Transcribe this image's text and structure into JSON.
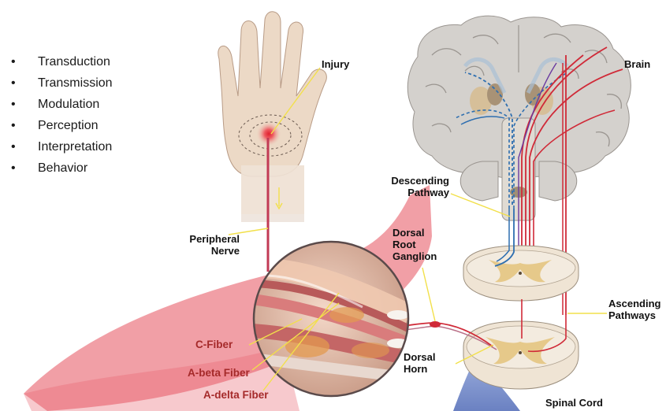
{
  "steps": [
    "Transduction",
    "Transmission",
    "Modulation",
    "Perception",
    "Interpretation",
    "Behavior"
  ],
  "labels": {
    "injury": "Injury",
    "brain": "Brain",
    "descending": "Descending\nPathway",
    "peripheral": "Peripheral\nNerve",
    "drg": "Dorsal\nRoot\nGanglion",
    "ascending": "Ascending\nPathways",
    "c_fiber": "C-Fiber",
    "a_beta": "A-beta Fiber",
    "a_delta": "A-delta Fiber",
    "dorsal_horn": "Dorsal\nHorn",
    "spinal_cord": "Spinal Cord"
  },
  "colors": {
    "nerve_red": "#d02a38",
    "pathway_blue": "#2f6fb0",
    "skin": "#ecd9c6",
    "cord": "#efe4d4",
    "grey_matter": "#e6c98a",
    "brain_grey": "#d4d1cd",
    "callout_yellow": "#f2e04a",
    "swoosh_pink": "#e9646f",
    "swoosh_blue": "#6f86c6"
  }
}
